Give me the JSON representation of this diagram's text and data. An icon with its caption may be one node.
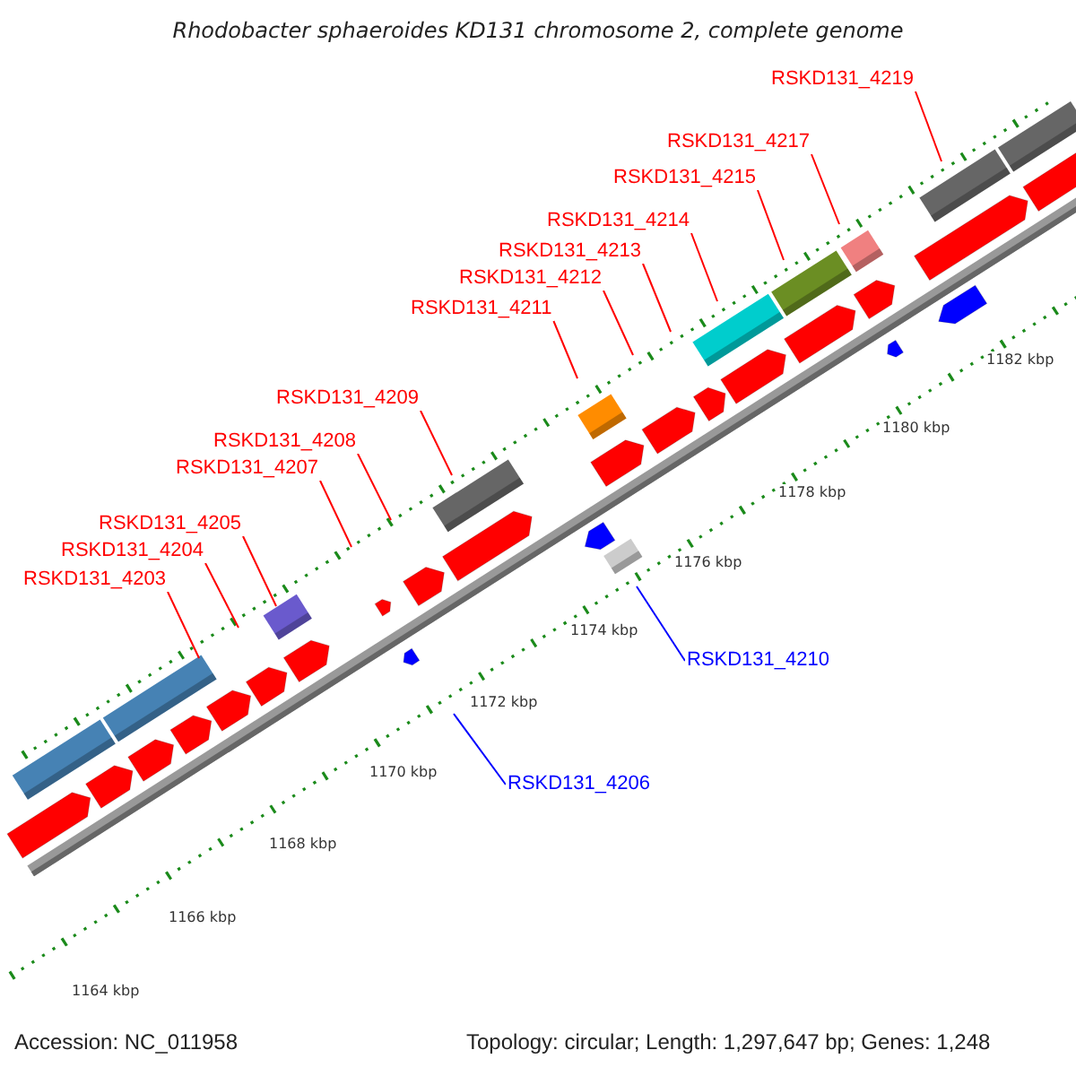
{
  "diagram": {
    "title": "Rhodobacter sphaeroides KD131 chromosome 2, complete genome",
    "nodes": [
      {
        "text": [
          "RSKD131_4219"
        ]
      },
      {
        "text": [
          "RSKD131_4217"
        ]
      },
      {
        "text": [
          "RSKD131_4215"
        ]
      },
      {
        "text": [
          "RSKD131_4214"
        ]
      },
      {
        "text": [
          "RSKD131_4213"
        ]
      },
      {
        "text": [
          "RSKD131_4212"
        ]
      },
      {
        "text": [
          "RSKD131_4211"
        ]
      },
      {
        "text": [
          "RSKD131_4209"
        ]
      },
      {
        "text": [
          "RSKD131_4208"
        ]
      },
      {
        "text": [
          "RSKD131_4207"
        ]
      },
      {
        "text": [
          "RSKD131_4205"
        ]
      },
      {
        "text": [
          "RSKD131_4204"
        ]
      },
      {
        "text": [
          "RSKD131_4203"
        ]
      },
      {
        "text": [
          "RSKD131_4210"
        ]
      },
      {
        "text": [
          "RSKD131_4206"
        ]
      }
    ],
    "edges": [
      {
        "from": 0,
        "to": null,
        "arrow": "none"
      },
      {
        "from": 1,
        "to": null,
        "arrow": "none"
      },
      {
        "from": 2,
        "to": null,
        "arrow": "none"
      },
      {
        "from": 3,
        "to": null,
        "arrow": "none"
      },
      {
        "from": 4,
        "to": null,
        "arrow": "none"
      },
      {
        "from": 5,
        "to": null,
        "arrow": "none"
      },
      {
        "from": 6,
        "to": null,
        "arrow": "none"
      },
      {
        "from": 7,
        "to": null,
        "arrow": "none"
      },
      {
        "from": 8,
        "to": null,
        "arrow": "none"
      },
      {
        "from": 9,
        "to": null,
        "arrow": "none"
      },
      {
        "from": 10,
        "to": null,
        "arrow": "none"
      },
      {
        "from": 11,
        "to": null,
        "arrow": "none"
      },
      {
        "from": 12,
        "to": null,
        "arrow": "none"
      },
      {
        "from": 13,
        "to": null,
        "arrow": "none",
        "color": "#0000ff"
      },
      {
        "from": 14,
        "to": null,
        "arrow": "none",
        "color": "#0000ff"
      }
    ],
    "labels": [
      "1182 kbp",
      "1180 kbp",
      "1178 kbp",
      "1176 kbp",
      "1174 kbp",
      "1172 kbp",
      "1170 kbp",
      "1168 kbp",
      "1166 kbp",
      "1164 kbp",
      "Accession: NC_011958",
      "Topology: circular; Length: 1,297,647 bp; Genes: 1,248"
    ]
  }
}
